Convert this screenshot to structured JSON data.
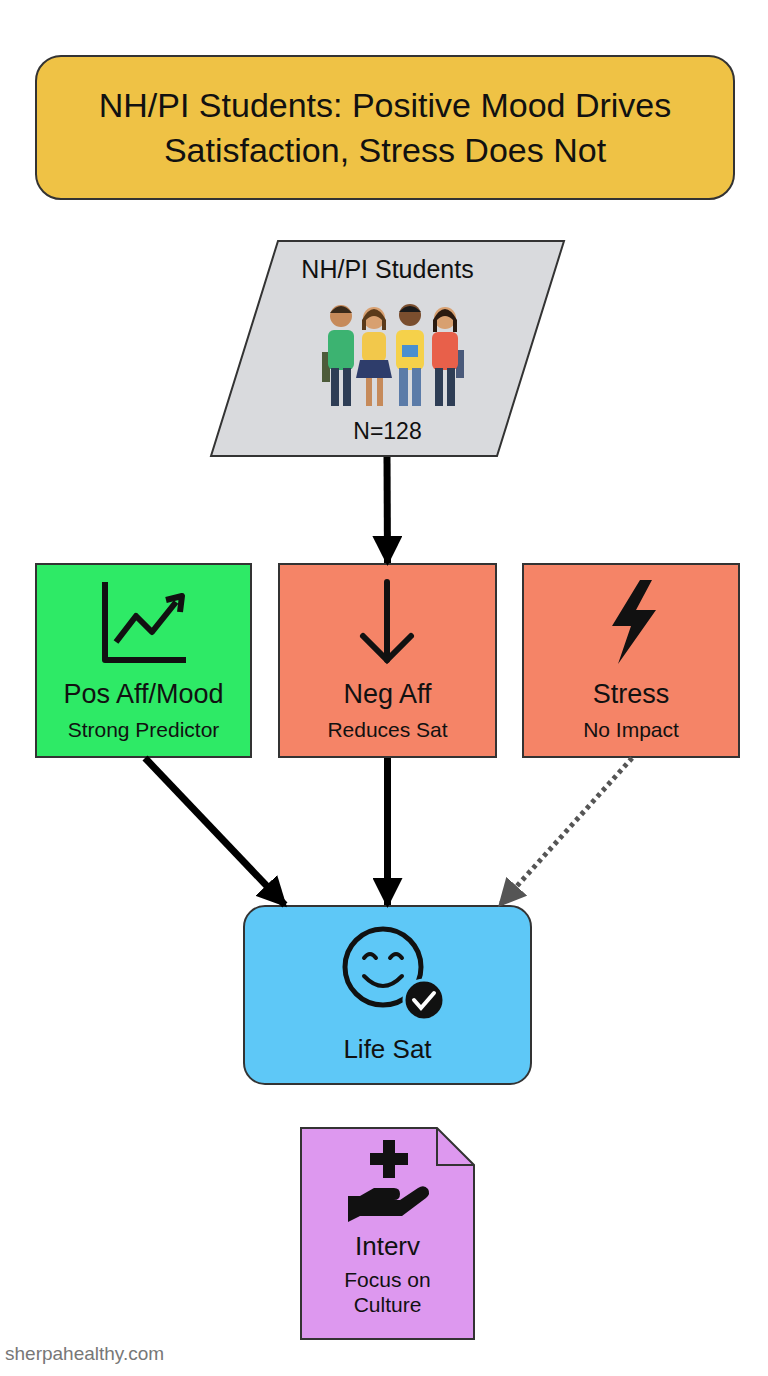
{
  "diagram": {
    "title": "NH/PI Students: Positive Mood Drives Satisfaction, Stress Does Not",
    "nodes": [
      {
        "text": [
          "NH/PI Students",
          "N=128"
        ]
      },
      {
        "text": [
          "Pos Aff/Mood",
          "Strong Predictor"
        ]
      },
      {
        "text": [
          "Neg Aff",
          "Reduces Sat"
        ]
      },
      {
        "text": [
          "Stress",
          "No Impact"
        ]
      },
      {
        "text": [
          "Life Sat"
        ]
      },
      {
        "text": [
          "Interv",
          "Focus on Culture"
        ]
      }
    ],
    "edges": [
      {
        "from": 0,
        "to": 2,
        "arrow": "to"
      },
      {
        "from": 1,
        "to": 4,
        "arrow": "to"
      },
      {
        "from": 2,
        "to": 4,
        "arrow": "to"
      },
      {
        "from": 3,
        "to": 4,
        "arrow": "to"
      }
    ],
    "labels": [
      "sherpahealthy.com"
    ]
  }
}
